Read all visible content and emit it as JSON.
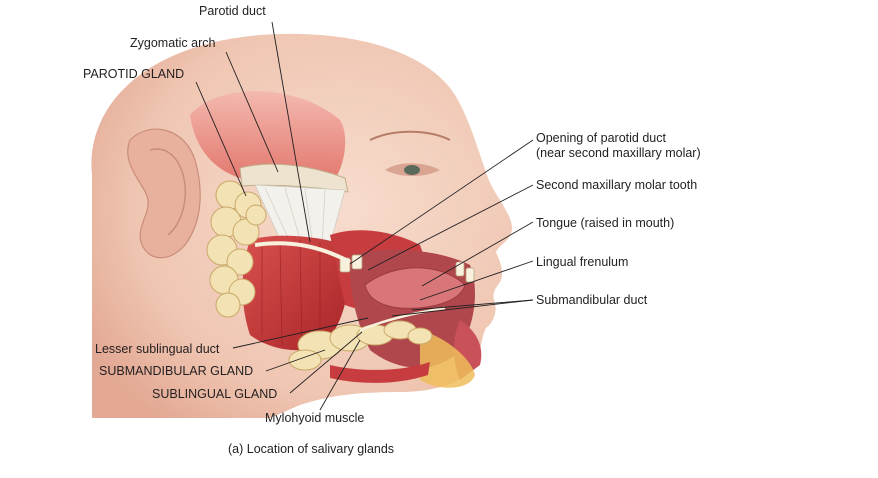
{
  "figure": {
    "caption": "(a) Location of salivary glands"
  },
  "labels": {
    "parotid_duct": "Parotid duct",
    "zygomatic_arch": "Zygomatic arch",
    "parotid_gland": "PAROTID GLAND",
    "opening_parotid_duct_line1": "Opening of parotid duct",
    "opening_parotid_duct_line2": "(near second maxillary molar)",
    "second_molar": "Second maxillary molar tooth",
    "tongue": "Tongue (raised in mouth)",
    "lingual_frenulum": "Lingual frenulum",
    "submandibular_duct": "Submandibular duct",
    "lesser_sublingual_duct": "Lesser sublingual duct",
    "submandibular_gland": "SUBMANDIBULAR GLAND",
    "sublingual_gland": "SUBLINGUAL GLAND",
    "mylohyoid_muscle": "Mylohyoid muscle"
  },
  "colors": {
    "skin": "#f2cdbb",
    "skin_shadow": "#e3a994",
    "muscle": "#c8383a",
    "muscle_dark": "#9e1f24",
    "gland": "#f3e3b4",
    "gland_edge": "#c9a868",
    "mouth": "#b0474d",
    "leader_line": "#231f20"
  }
}
